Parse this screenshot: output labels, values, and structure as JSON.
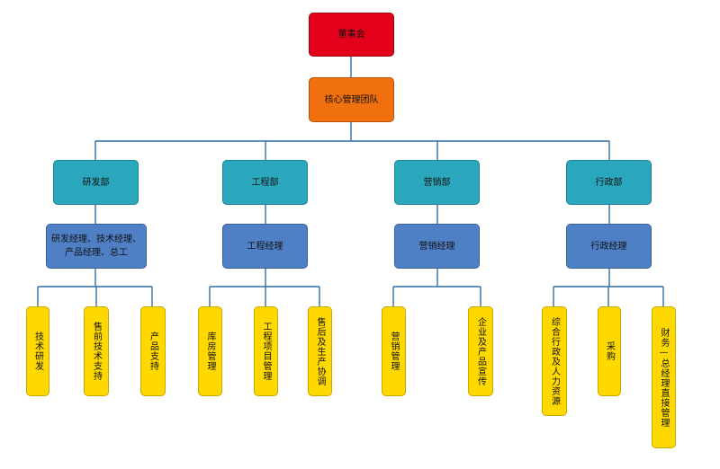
{
  "board": "董事会",
  "core_team": "核心管理团队",
  "departments": [
    {
      "name": "研发部",
      "manager": "研发经理、技术经理、\n产品经理、总工",
      "units": [
        "技术研发",
        "售前技术支持",
        "产品支持"
      ]
    },
    {
      "name": "工程部",
      "manager": "工程经理",
      "units": [
        "库房管理",
        "工程项目管理",
        "售后及生产协调"
      ]
    },
    {
      "name": "营销部",
      "manager": "营销经理",
      "units": [
        "营销管理",
        "企业及产品宣传"
      ]
    },
    {
      "name": "行政部",
      "manager": "行政经理",
      "units": [
        "综合行政及人力资源",
        "采购",
        "财务—总经理直接管理"
      ]
    }
  ],
  "colors": {
    "board": "#e3001b",
    "core": "#f07010",
    "department": "#2aa7bd",
    "manager": "#4f80c6",
    "unit": "#ffd800",
    "connector": "#2f6fa8"
  }
}
